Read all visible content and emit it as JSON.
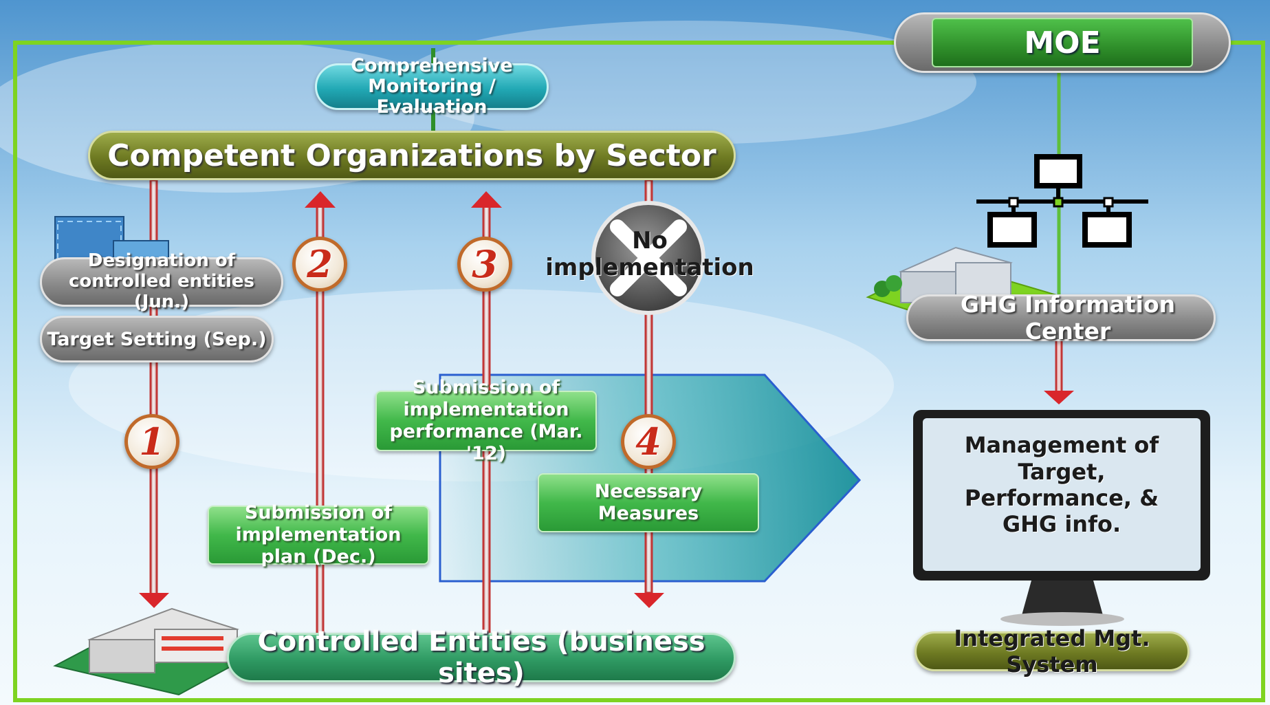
{
  "top_box": {
    "label": "Comprehensive Monitoring / Evaluation"
  },
  "header": {
    "label": "Competent Organizations by Sector"
  },
  "moe": {
    "label": "MOE"
  },
  "steps": [
    {
      "num": "1",
      "label": "Designation of controlled entities (Jun.)",
      "label2": "Target Setting (Sep.)"
    },
    {
      "num": "2",
      "label": "Submission of implementation plan (Dec.)"
    },
    {
      "num": "3",
      "label": "Submission of implementation performance (Mar. '12)"
    },
    {
      "num": "4",
      "label": "Necessary Measures"
    }
  ],
  "no_impl": {
    "label": "No implementation"
  },
  "ghg_center": {
    "label": "GHG Information Center"
  },
  "monitor": {
    "text": "Management of Target, Performance, & GHG info."
  },
  "integrated": {
    "label": "Integrated Mgt. System"
  },
  "footer": {
    "label": "Controlled Entities (business sites)"
  },
  "colors": {
    "olive": "#6e7a22",
    "green_border": "#7ed321",
    "arrow_red": "#d9262b",
    "teal": "#1aa0aa",
    "moe_green": "#2f8f2a"
  }
}
